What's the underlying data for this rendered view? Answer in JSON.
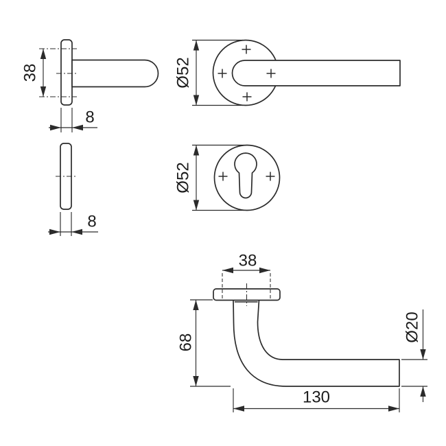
{
  "drawing": {
    "kind": "technical-dimension-drawing",
    "colors": {
      "line": "#2b2b2b",
      "text": "#1c1c1c",
      "background": "#ffffff"
    },
    "dimensions": {
      "screw_hole_spacing": "38",
      "rose_thickness": "8",
      "rose_diameter": "Ø52",
      "escutcheon_thickness": "8",
      "escutcheon_diameter": "Ø52",
      "flange_width": "38",
      "handle_height": "68",
      "grip_diameter": "Ø20",
      "grip_length": "130"
    }
  }
}
